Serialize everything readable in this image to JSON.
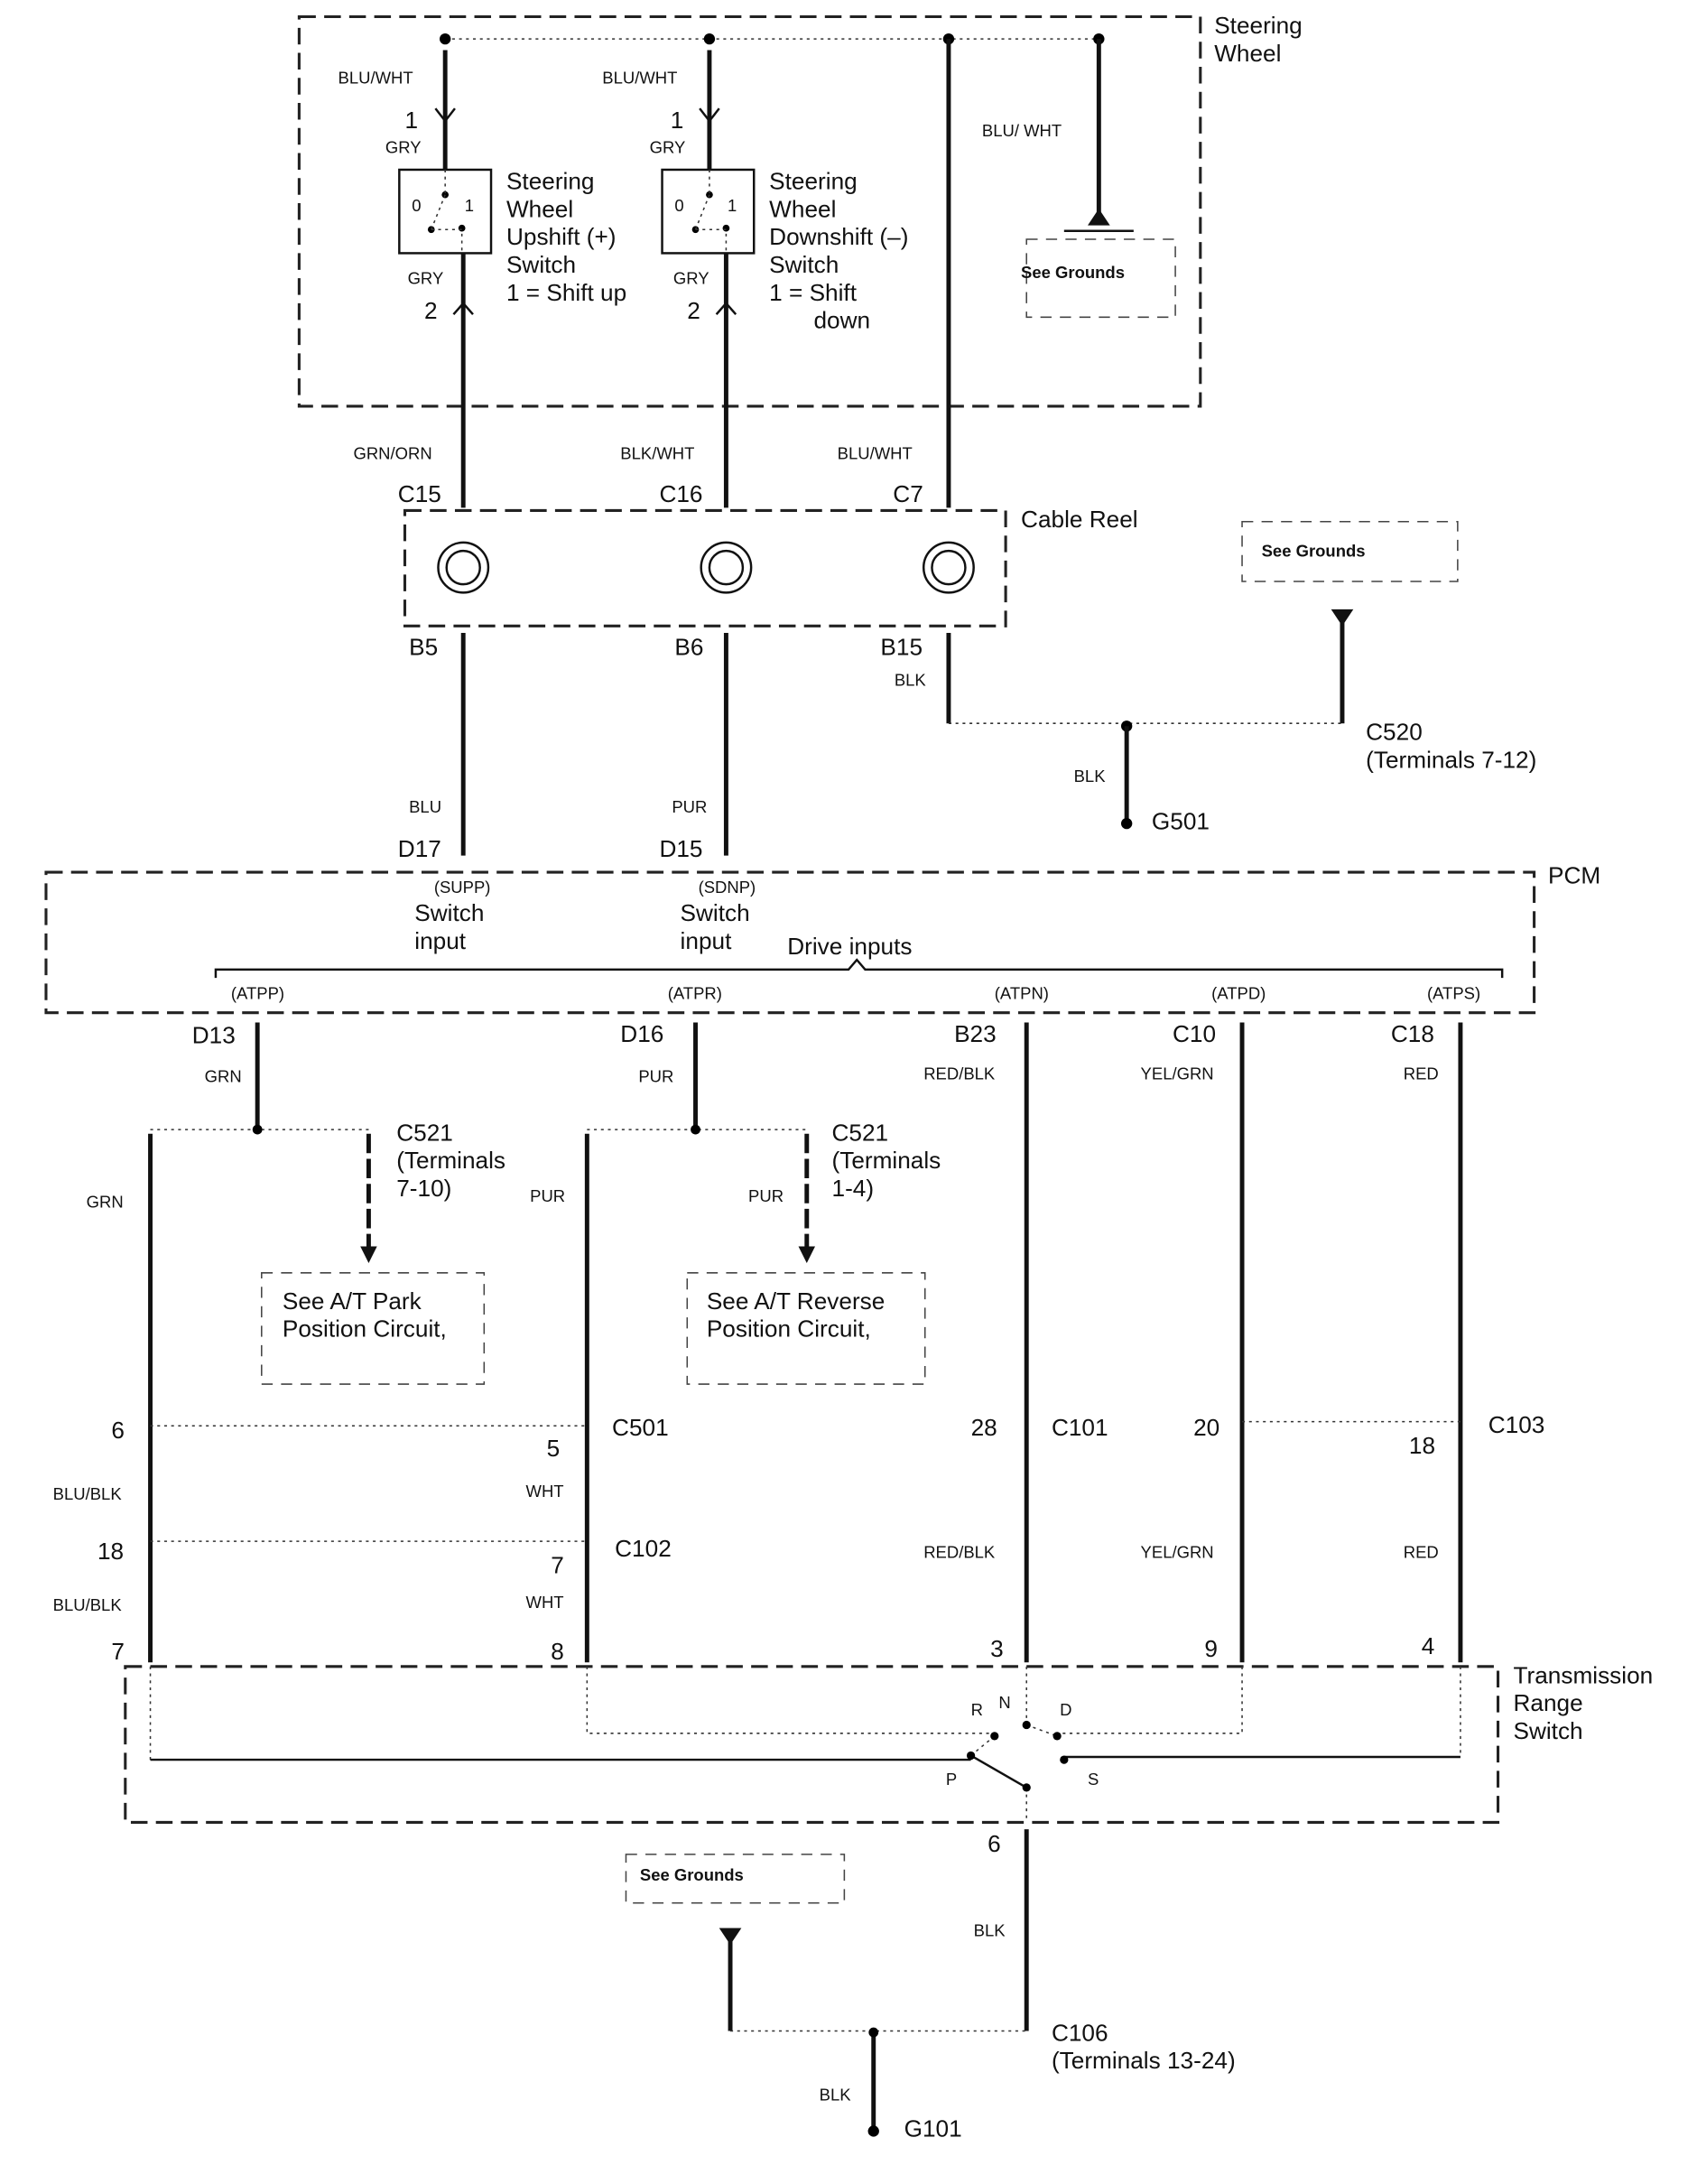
{
  "steering_wheel": {
    "title1": "Steering",
    "title2": "Wheel",
    "bus_wire": "BLU/WHT",
    "ground_wire": "BLU/ WHT",
    "see_grounds": "See Grounds",
    "upshift": {
      "in_wire": "BLU/WHT",
      "pin_in": "1",
      "in_color": "GRY",
      "out_color": "GRY",
      "pin_out": "2",
      "pos0": "0",
      "pos1": "1",
      "l1": "Steering",
      "l2": "Wheel",
      "l3": "Upshift (+)",
      "l4": "Switch",
      "l5": "1 = Shift up"
    },
    "downshift": {
      "in_wire": "BLU/WHT",
      "pin_in": "1",
      "in_color": "GRY",
      "out_color": "GRY",
      "pin_out": "2",
      "pos0": "0",
      "pos1": "1",
      "l1": "Steering",
      "l2": "Wheel",
      "l3": "Downshift (–)",
      "l4": "Switch",
      "l5": "1 = Shift",
      "l6": "down"
    }
  },
  "cable_reel": {
    "label": "Cable Reel",
    "wires_top": [
      "GRN/ORN",
      "BLK/WHT",
      "BLU/WHT"
    ],
    "pins_top": [
      "C15",
      "C16",
      "C7"
    ],
    "pins_bottom": [
      "B5",
      "B6",
      "B15"
    ],
    "b15_wire": "BLK"
  },
  "ground_g501": {
    "see_grounds": "See Grounds",
    "connector": "C520",
    "terminals": "(Terminals 7-12)",
    "wire": "BLK",
    "ground": "G501"
  },
  "pcm_inputs": {
    "wires": [
      "BLU",
      "PUR"
    ],
    "pins": [
      "D17",
      "D15"
    ]
  },
  "pcm": {
    "label": "PCM",
    "supp": "(SUPP)",
    "sdnp": "(SDNP)",
    "switch": "Switch",
    "input": "input",
    "drive_inputs": "Drive inputs",
    "signals": [
      "(ATPP)",
      "(ATPR)",
      "(ATPN)",
      "(ATPD)",
      "(ATPS)"
    ],
    "pins": [
      "D13",
      "D16",
      "B23",
      "C10",
      "C18"
    ],
    "wires": [
      "GRN",
      "PUR",
      "RED/BLK",
      "YEL/GRN",
      "RED"
    ]
  },
  "c521_a": {
    "connector": "C521",
    "t1": "(Terminals",
    "t2": "7-10)",
    "wire_left": "GRN",
    "see1": "See A/T Park",
    "see2": "Position Circuit,"
  },
  "c521_b": {
    "connector": "C521",
    "t1": "(Terminals",
    "t2": "1-4)",
    "wire_left": "PUR",
    "wire_right": "PUR",
    "see1": "See A/T Reverse",
    "see2": "Position Circuit,"
  },
  "connectors": {
    "c501": "C501",
    "c501_pins": [
      "6",
      "5"
    ],
    "c101": "C101",
    "c101_pin": "28",
    "c103": "C103",
    "c103_pins": [
      "20",
      "18"
    ],
    "c102": "C102",
    "c102_pins": [
      "18",
      "7"
    ],
    "mid_wires": [
      "BLU/BLK",
      "WHT"
    ],
    "low_wires": [
      "BLU/BLK",
      "WHT",
      "RED/BLK",
      "YEL/GRN",
      "RED"
    ],
    "trs_pins": [
      "7",
      "8",
      "3",
      "9",
      "4"
    ]
  },
  "trs": {
    "l1": "Transmission",
    "l2": "Range",
    "l3": "Switch",
    "positions": {
      "r": "R",
      "n": "N",
      "d": "D",
      "p": "P",
      "s": "S"
    },
    "out_pin": "6",
    "out_wire": "BLK"
  },
  "ground_g101": {
    "see_grounds": "See Grounds",
    "connector": "C106",
    "terminals": "(Terminals 13-24)",
    "wire": "BLK",
    "ground": "G101"
  }
}
